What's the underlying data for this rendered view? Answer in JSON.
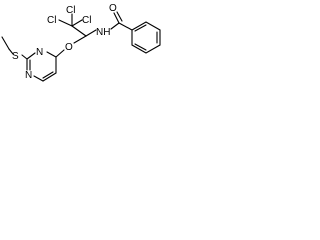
{
  "molecule": {
    "atoms": {
      "cl_top": "Cl",
      "cl_right": "Cl",
      "cl_left": "Cl",
      "nh": "NH",
      "o_amide": "O",
      "o_ether": "O",
      "n_ring_1": "N",
      "n_ring_2": "N",
      "s": "S"
    }
  }
}
